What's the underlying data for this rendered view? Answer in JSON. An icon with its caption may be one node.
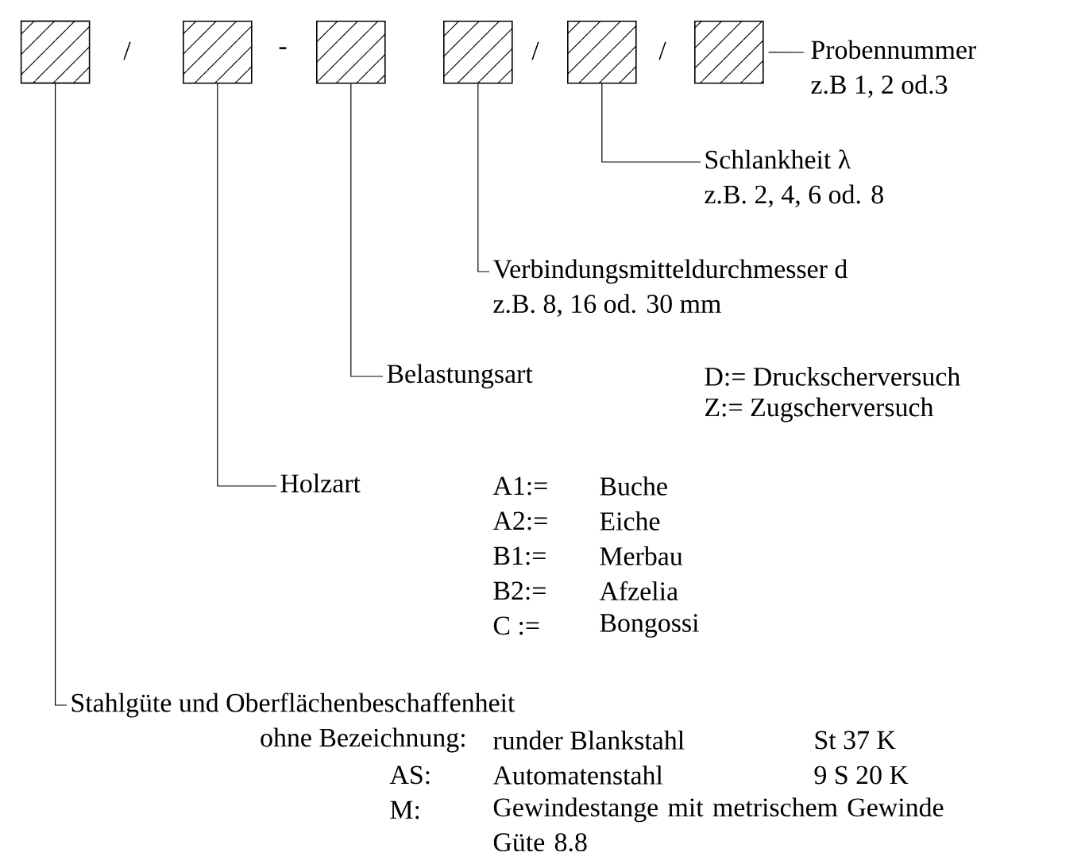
{
  "diagram": {
    "nodes": [
      {
        "text": [],
        "shape": "box"
      },
      {
        "text": [],
        "shape": "box"
      },
      {
        "text": [],
        "shape": "box"
      },
      {
        "text": [],
        "shape": "box"
      },
      {
        "text": [],
        "shape": "box"
      },
      {
        "text": [],
        "shape": "box"
      },
      {
        "text": [
          "Probennummer",
          "z.B 1, 2 od.3"
        ]
      },
      {
        "text": [
          "Schlankheit λ",
          "z.B. 2, 4, 6 od. 8"
        ]
      },
      {
        "text": [
          "Verbindungsmitteldurchmesser d",
          "z.B. 8, 16 od. 30 mm"
        ]
      },
      {
        "text": [
          "Belastungsart"
        ]
      },
      {
        "text": [
          "Holzart"
        ]
      },
      {
        "text": [
          "Stahlgüte und Oberflächenbeschaffenheit"
        ]
      }
    ],
    "edges": [
      {
        "from": 5,
        "to": 6,
        "arrow": "none"
      },
      {
        "from": 4,
        "to": 7,
        "arrow": "none"
      },
      {
        "from": 3,
        "to": 8,
        "arrow": "none"
      },
      {
        "from": 2,
        "to": 9,
        "arrow": "none"
      },
      {
        "from": 1,
        "to": 10,
        "arrow": "none"
      },
      {
        "from": 0,
        "to": 11,
        "arrow": "none"
      }
    ],
    "labels": [
      "/",
      "-",
      "/",
      "/",
      "D:= Druckscherversuch",
      "Z:= Zugscherversuch",
      "A1:=",
      "Buche",
      "A2:=",
      "Eiche",
      "B1:=",
      "Merbau",
      "B2:=",
      "Afzelia",
      "C :=",
      "Bongossi",
      "ohne Bezeichnung:",
      "runder Blankstahl",
      "St 37 K",
      "AS:",
      "Automatenstahl",
      "9 S 20 K",
      "M:",
      "Gewindestange mit metrischem Gewinde Güte 8.8"
    ]
  }
}
